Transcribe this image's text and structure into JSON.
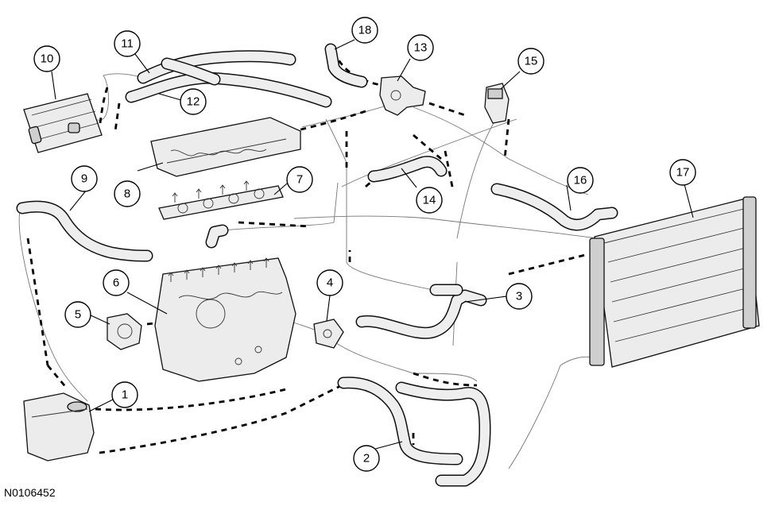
{
  "figure_id": "N0106452",
  "callouts": [
    {
      "key": "c1",
      "number": "1"
    },
    {
      "key": "c2",
      "number": "2"
    },
    {
      "key": "c3",
      "number": "3"
    },
    {
      "key": "c4",
      "number": "4"
    },
    {
      "key": "c5",
      "number": "5"
    },
    {
      "key": "c6",
      "number": "6"
    },
    {
      "key": "c7",
      "number": "7"
    },
    {
      "key": "c8",
      "number": "8"
    },
    {
      "key": "c9",
      "number": "9"
    },
    {
      "key": "c10",
      "number": "10"
    },
    {
      "key": "c11",
      "number": "11"
    },
    {
      "key": "c12",
      "number": "12"
    },
    {
      "key": "c13",
      "number": "13"
    },
    {
      "key": "c14",
      "number": "14"
    },
    {
      "key": "c15",
      "number": "15"
    },
    {
      "key": "c16",
      "number": "16"
    },
    {
      "key": "c17",
      "number": "17"
    },
    {
      "key": "c18",
      "number": "18"
    }
  ]
}
